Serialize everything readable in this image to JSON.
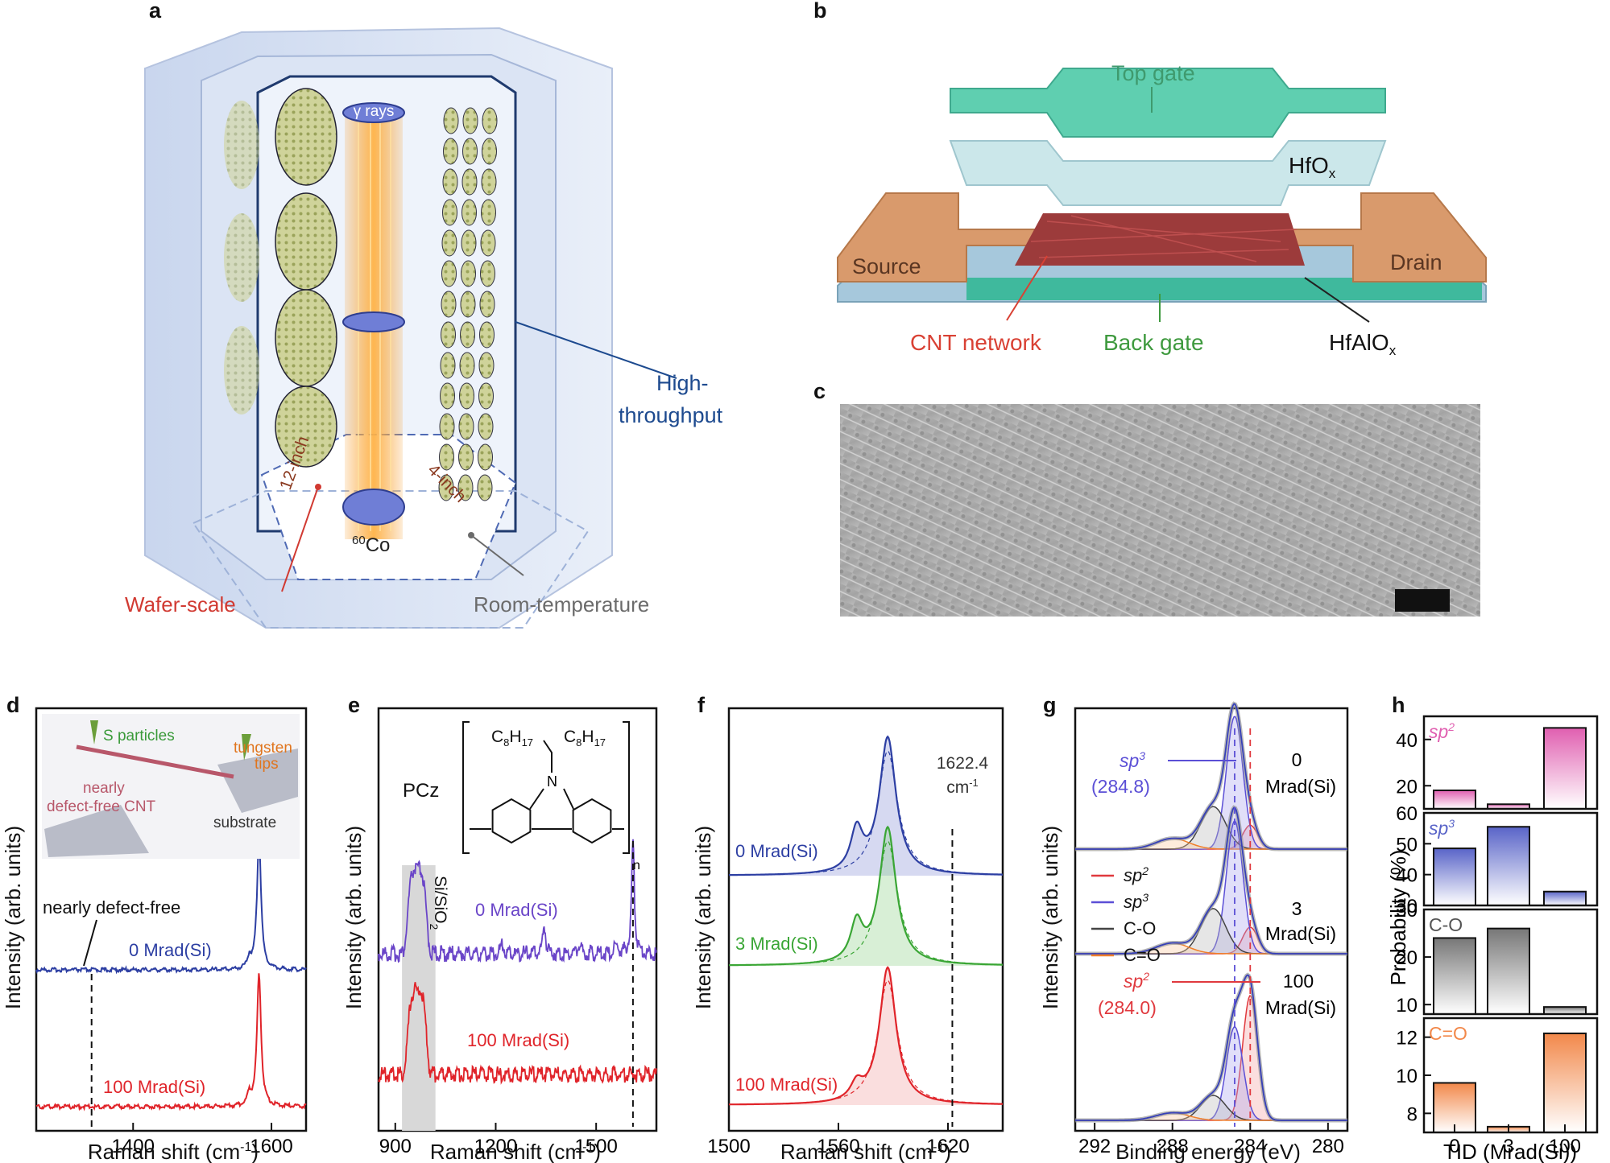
{
  "panels": {
    "a": {
      "label": "a",
      "gamma": "γ rays",
      "source_sup": "60",
      "source": "Co",
      "size12": "12-inch",
      "size4": "4-inch",
      "wafer": "Wafer-scale",
      "room": "Room-temperature",
      "high1": "High-",
      "high2": "throughput",
      "colors": {
        "wafer": "#d13a32",
        "room": "#6b6b6b",
        "throughput": "#1d4a8f",
        "beam": "#f7a23a"
      }
    },
    "b": {
      "label": "b",
      "top_gate": "Top gate",
      "hfo": "HfO",
      "hfo_sub": "x",
      "source": "Source",
      "drain": "Drain",
      "cnt": "CNT network",
      "back_gate": "Back gate",
      "hfalo": "HfAlO",
      "hfalo_sub": "x",
      "colors": {
        "gate": "#5fcfb0",
        "cnt": "#d94134",
        "back": "#3f9a3f",
        "electrode": "#d99a6c"
      }
    },
    "c": {
      "label": "c"
    },
    "d": {
      "label": "d",
      "ylabel": "Intensity (arb. units)",
      "xlabel": "Raman shift (cm",
      "xlabel_sup": "-1",
      "xlabel_end": ")",
      "ticks": [
        "1400",
        "1600"
      ],
      "s_particles": "S particles",
      "tungsten": "tungsten",
      "tips": "tips",
      "nearly": "nearly",
      "defect_free_cnt": "defect-free CNT",
      "substrate": "substrate",
      "annotation": "nearly defect-free",
      "s0": "0 Mrad(Si)",
      "s100": "100 Mrad(Si)"
    },
    "e": {
      "label": "e",
      "ylabel": "Intensity (arb. units)",
      "xlabel": "Raman shift (cm",
      "xlabel_sup": "-1",
      "xlabel_end": ")",
      "ticks": [
        "900",
        "1200",
        "1500"
      ],
      "pcz": "PCz",
      "c8a": "C",
      "c8a_sub": "8",
      "h17a": "H",
      "h17a_sub": "17",
      "n_atom": "N",
      "n_sub": "n",
      "si": "Si/SiO",
      "si_sub": "2",
      "s0": "0 Mrad(Si)",
      "s100": "100 Mrad(Si)"
    },
    "f": {
      "label": "f",
      "ylabel": "Intensity (arb. units)",
      "xlabel": "Raman shift (cm",
      "xlabel_sup": "-1",
      "xlabel_end": ")",
      "ticks": [
        "1500",
        "1560",
        "1620"
      ],
      "peak": "1622.4",
      "peak_unit": "cm",
      "peak_sup": "-1",
      "s0": "0 Mrad(Si)",
      "s3": "3 Mrad(Si)",
      "s100": "100 Mrad(Si)"
    },
    "g": {
      "label": "g",
      "ylabel": "Intensity (arb. units)",
      "xlabel": "Binding energy (eV)",
      "ticks": [
        "292",
        "288",
        "284",
        "280"
      ],
      "sp3": "sp",
      "sp3_sup": "3",
      "sp3_val": "(284.8)",
      "sp2": "sp",
      "sp2_sup": "2",
      "sp2_val": "(284.0)",
      "dose0a": "0",
      "dose0b": "Mrad(Si)",
      "dose3a": "3",
      "dose3b": "Mrad(Si)",
      "dose100a": "100",
      "dose100b": "Mrad(Si)",
      "legend": [
        {
          "t": "sp",
          "sup": "2",
          "color": "#e0393e"
        },
        {
          "t": "sp",
          "sup": "3",
          "color": "#5b4fd6"
        },
        {
          "t": "C-O",
          "sup": "",
          "color": "#444444"
        },
        {
          "t": "C=O",
          "sup": "",
          "color": "#f07f2a"
        }
      ]
    },
    "h": {
      "label": "h",
      "ylabel": "Probability (%)",
      "xlabel": "TID (Mrad(Si))",
      "xticks": [
        "0",
        "3",
        "100"
      ]
    }
  },
  "chart_data": [
    {
      "type": "line",
      "panel": "d",
      "xlabel": "Raman shift (cm-1)",
      "ylabel": "Intensity (arb. units)",
      "xlim": [
        1260,
        1650
      ],
      "series": [
        {
          "name": "0 Mrad(Si)",
          "color": "#2d3fa3",
          "peaks": [
            {
              "x": 1582,
              "h": 1.0
            },
            {
              "x": 1568,
              "h": 0.08
            }
          ],
          "d_band": 1340
        },
        {
          "name": "100 Mrad(Si)",
          "color": "#e0242a",
          "peaks": [
            {
              "x": 1582,
              "h": 1.0
            },
            {
              "x": 1568,
              "h": 0.08
            }
          ],
          "d_band": 1340
        }
      ]
    },
    {
      "type": "line",
      "panel": "e",
      "xlabel": "Raman shift (cm-1)",
      "ylabel": "Intensity (arb. units)",
      "xlim": [
        850,
        1680
      ],
      "series": [
        {
          "name": "0 Mrad(Si)",
          "color": "#6a45c8",
          "peaks": [
            {
              "x": 965,
              "h": 1.0
            },
            {
              "x": 1345,
              "h": 0.35
            },
            {
              "x": 1610,
              "h": 1.3
            },
            {
              "x": 1220,
              "h": 0.12
            },
            {
              "x": 1450,
              "h": 0.12
            },
            {
              "x": 1560,
              "h": 0.1
            }
          ]
        },
        {
          "name": "100 Mrad(Si)",
          "color": "#e0242a",
          "peaks": [
            {
              "x": 965,
              "h": 1.0
            }
          ]
        }
      ],
      "shaded_region": [
        920,
        1020
      ],
      "marker": 1610
    },
    {
      "type": "area",
      "panel": "f",
      "xlabel": "Raman shift (cm-1)",
      "ylabel": "Intensity (arb. units)",
      "xlim": [
        1500,
        1650
      ],
      "series": [
        {
          "name": "0 Mrad(Si)",
          "color": "#2d3fa3",
          "g_peak": 1587,
          "shoulder": 1570,
          "shoulder_h": 0.3
        },
        {
          "name": "3 Mrad(Si)",
          "color": "#3aa635",
          "g_peak": 1587,
          "shoulder": 1570,
          "shoulder_h": 0.28
        },
        {
          "name": "100 Mrad(Si)",
          "color": "#e0242a",
          "g_peak": 1587,
          "shoulder": 1570,
          "shoulder_h": 0.12
        }
      ],
      "marker": 1622.4
    },
    {
      "type": "area",
      "panel": "g",
      "xlabel": "Binding energy (eV)",
      "ylabel": "Intensity (arb. units)",
      "xlim": [
        293,
        279
      ],
      "series": [
        {
          "name": "0 Mrad(Si)",
          "sp2": 0.18,
          "sp3": 1.0,
          "CO": 0.32,
          "CeqO": 0.08
        },
        {
          "name": "3 Mrad(Si)",
          "sp2": 0.2,
          "sp3": 1.0,
          "CO": 0.34,
          "CeqO": 0.08
        },
        {
          "name": "100 Mrad(Si)",
          "sp2": 1.0,
          "sp3": 0.75,
          "CO": 0.2,
          "CeqO": 0.06
        }
      ],
      "markers": [
        284.8,
        284.0
      ]
    },
    {
      "type": "bar",
      "panel": "h",
      "categories": [
        "0",
        "3",
        "100"
      ],
      "xlabel": "TID (Mrad(Si))",
      "ylabel": "Probability (%)",
      "series": [
        {
          "name": "sp2",
          "values": [
            18,
            12,
            45
          ],
          "ylim": [
            10,
            50
          ],
          "ticks": [
            20,
            40
          ],
          "color": "#e05fb0"
        },
        {
          "name": "sp3",
          "values": [
            48.5,
            55.5,
            34.5
          ],
          "ylim": [
            30,
            60
          ],
          "ticks": [
            30,
            40,
            50,
            60
          ],
          "color": "#5964c8"
        },
        {
          "name": "C-O",
          "values": [
            24,
            26,
            9.5
          ],
          "ylim": [
            8,
            30
          ],
          "ticks": [
            10,
            20,
            30
          ],
          "color": "#777777"
        },
        {
          "name": "C=O",
          "values": [
            9.6,
            7.3,
            12.2
          ],
          "ylim": [
            7,
            13
          ],
          "ticks": [
            8,
            10,
            12
          ],
          "color": "#f2884a"
        }
      ]
    }
  ]
}
